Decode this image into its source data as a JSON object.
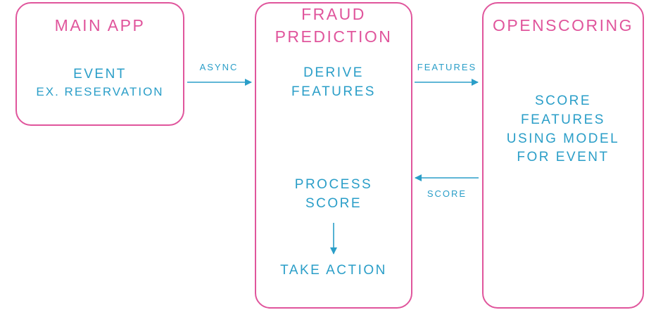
{
  "main_app": {
    "title": "MAIN APP",
    "line1": "EVENT",
    "line2": "EX. RESERVATION"
  },
  "fraud_prediction": {
    "title_line1": "FRAUD",
    "title_line2": "PREDICTION",
    "derive_line1": "DERIVE",
    "derive_line2": "FEATURES",
    "process_line1": "PROCESS",
    "process_line2": "SCORE",
    "action": "TAKE ACTION"
  },
  "openscoring": {
    "title": "OPENSCORING",
    "line1": "SCORE",
    "line2": "FEATURES",
    "line3": "USING MODEL",
    "line4": "FOR EVENT"
  },
  "arrows": {
    "async": "ASYNC",
    "features": "FEATURES",
    "score": "SCORE"
  },
  "colors": {
    "box_border": "#e0559c",
    "title": "#e0559c",
    "text": "#2a9ec8",
    "arrow": "#2a9ec8"
  }
}
